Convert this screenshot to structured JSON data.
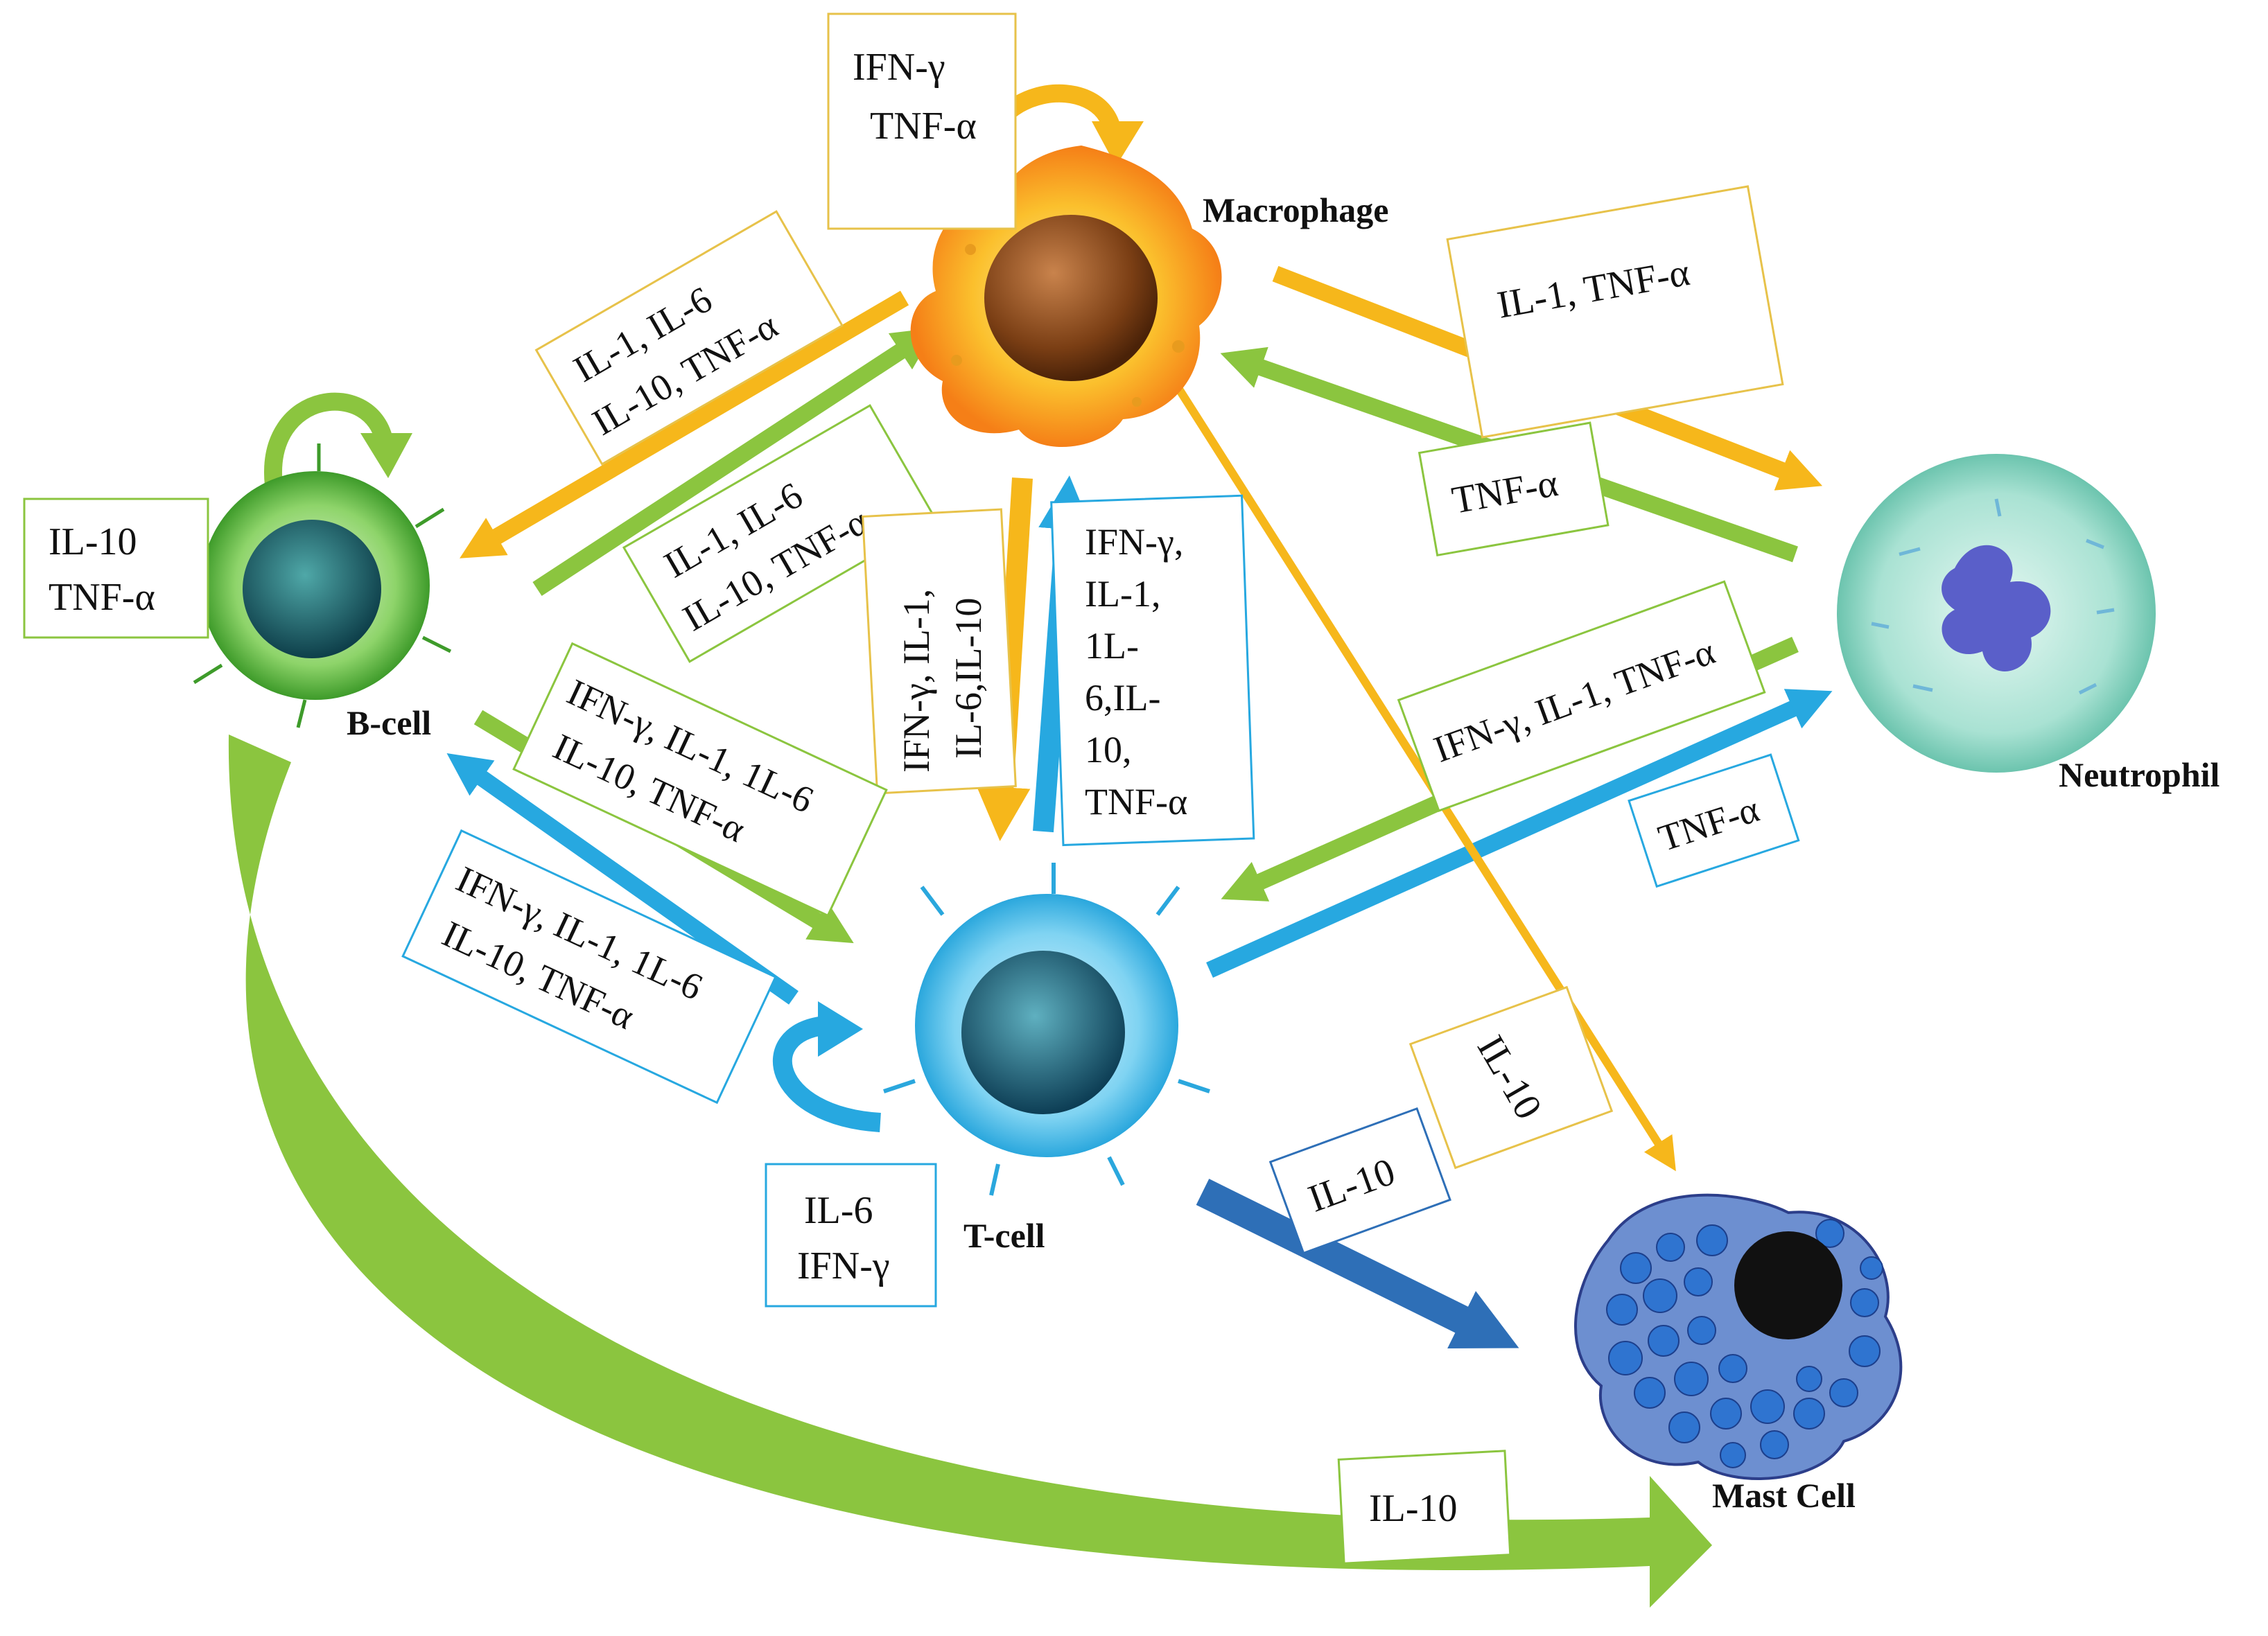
{
  "colors": {
    "orange": "#F6B71B",
    "green": "#8BC53F",
    "blue": "#27A8E0",
    "darkblue": "#2E6FB7",
    "box_orange": "#E7C24A",
    "box_green": "#8BC53F",
    "box_blue": "#27A8E0",
    "box_darkblue": "#2E6FB7"
  },
  "cells": {
    "macrophage": "Macrophage",
    "bcell": "B-cell",
    "tcell": "T-cell",
    "neutrophil": "Neutrophil",
    "mast": "Mast Cell"
  },
  "labels": {
    "macro_self": [
      "IFN-γ",
      "TNF-α"
    ],
    "bcell_self": [
      "IL-10",
      "TNF-α"
    ],
    "tcell_self": [
      "IL-6",
      "IFN-γ"
    ],
    "macro_to_bcell": [
      "IL-1, IL-6",
      "IL-10, TNF-α"
    ],
    "bcell_to_macro": [
      "IL-1, IL-6",
      "IL-10, TNF-α"
    ],
    "macro_to_neutro": [
      "IL-1, TNF-α"
    ],
    "neutro_to_macro": [
      "TNF-α"
    ],
    "macro_to_tcell": [
      "IFN-γ, IL-1,",
      "IL-6,IL-10"
    ],
    "tcell_to_macro": [
      "IFN-γ,",
      "IL-1,",
      "1L-",
      "6,IL-",
      "10,",
      "TNF-α"
    ],
    "bcell_to_tcell": [
      "IFN-γ, IL-1, 1L-6",
      "IL-10, TNF-α"
    ],
    "tcell_to_bcell": [
      "IFN-γ, IL-1, 1L-6",
      "IL-10, TNF-α"
    ],
    "neutro_to_tcell": [
      "IFN-γ, IL-1, TNF-α"
    ],
    "tcell_to_neutro": [
      "TNF-α"
    ],
    "macro_to_mast": [
      "IL-10"
    ],
    "tcell_to_mast": [
      "IL-10"
    ],
    "bcell_to_mast": [
      "IL-10"
    ]
  }
}
